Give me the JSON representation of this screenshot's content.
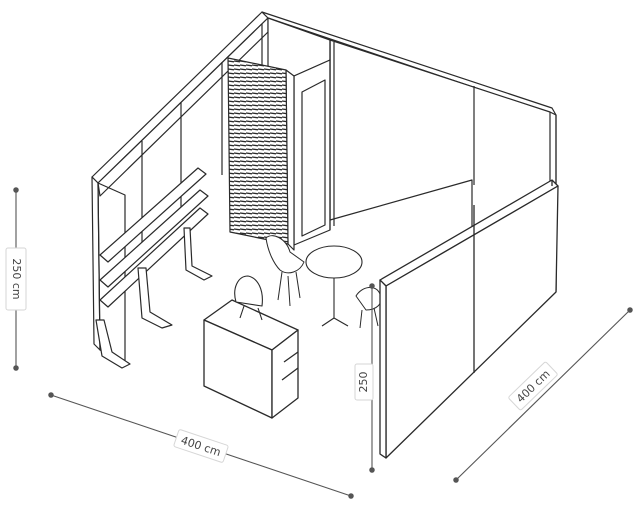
{
  "dimensions": {
    "height_left": "250 cm",
    "width_front": "400 cm",
    "depth_right": "400 cm",
    "height_front": "250"
  },
  "colors": {
    "line": "#2a2a2a",
    "panel_fill": "#ffffff",
    "dimension_line": "#555555",
    "label_border": "#d6d6d6",
    "label_text": "#444444"
  }
}
